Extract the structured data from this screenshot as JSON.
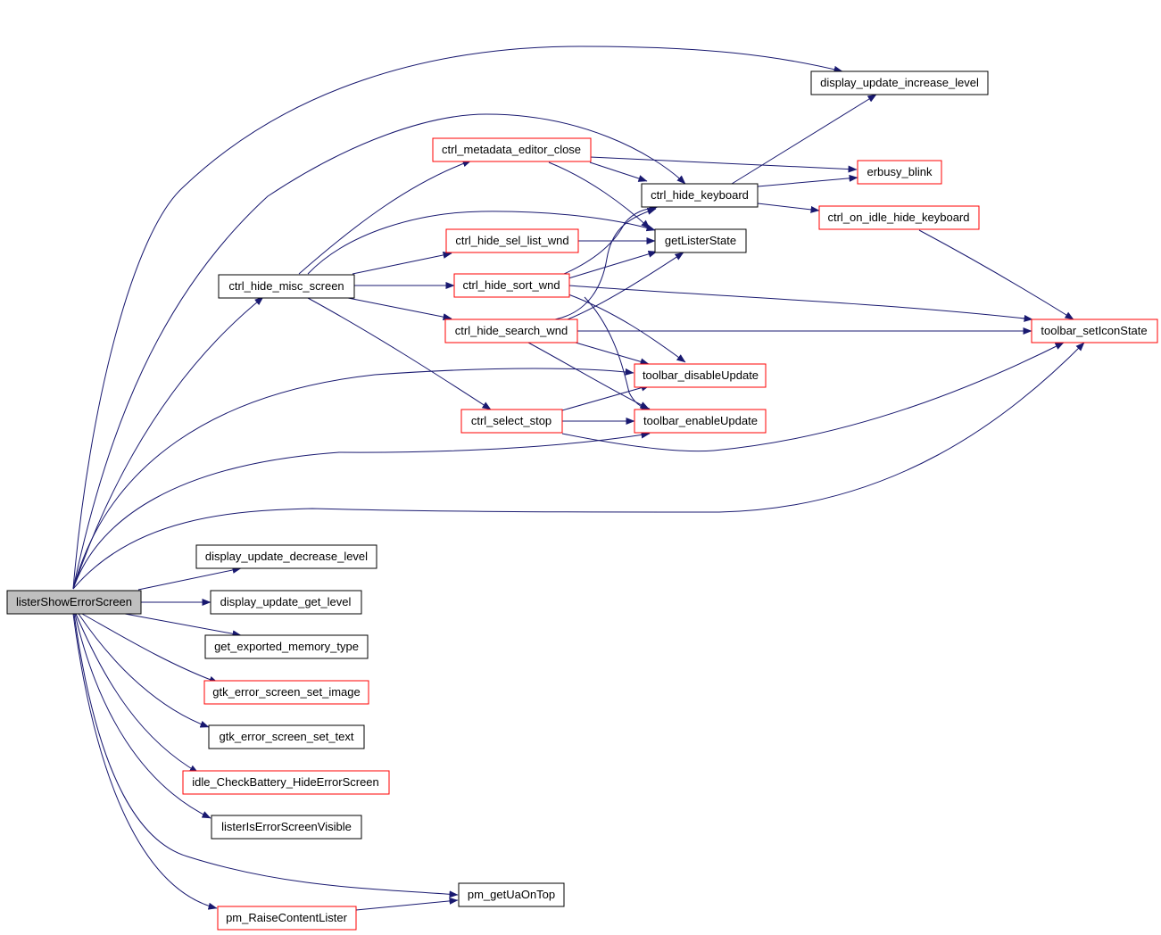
{
  "colors": {
    "edge": "#191970",
    "arrowhead": "#191970",
    "node_border_default": "#000000",
    "node_border_linked": "#ff0000",
    "root_fill": "#bfbfbf",
    "node_fill": "#ffffff",
    "text": "#000000"
  },
  "nodes": [
    {
      "id": "n_listerShowErrorScreen",
      "label": "listerShowErrorScreen",
      "style": "root"
    },
    {
      "id": "n_ctrl_hide_misc_screen",
      "label": "ctrl_hide_misc_screen",
      "style": "black"
    },
    {
      "id": "n_display_update_increase_level",
      "label": "display_update_increase_level",
      "style": "black"
    },
    {
      "id": "n_ctrl_metadata_editor_close",
      "label": "ctrl_metadata_editor_close",
      "style": "red"
    },
    {
      "id": "n_ctrl_hide_keyboard",
      "label": "ctrl_hide_keyboard",
      "style": "black"
    },
    {
      "id": "n_erbusy_blink",
      "label": "erbusy_blink",
      "style": "red"
    },
    {
      "id": "n_ctrl_on_idle_hide_keyboard",
      "label": "ctrl_on_idle_hide_keyboard",
      "style": "red"
    },
    {
      "id": "n_ctrl_hide_sel_list_wnd",
      "label": "ctrl_hide_sel_list_wnd",
      "style": "red"
    },
    {
      "id": "n_getListerState",
      "label": "getListerState",
      "style": "black"
    },
    {
      "id": "n_ctrl_hide_sort_wnd",
      "label": "ctrl_hide_sort_wnd",
      "style": "red"
    },
    {
      "id": "n_ctrl_hide_search_wnd",
      "label": "ctrl_hide_search_wnd",
      "style": "red"
    },
    {
      "id": "n_toolbar_setIconState",
      "label": "toolbar_setIconState",
      "style": "red"
    },
    {
      "id": "n_toolbar_disableUpdate",
      "label": "toolbar_disableUpdate",
      "style": "red"
    },
    {
      "id": "n_ctrl_select_stop",
      "label": "ctrl_select_stop",
      "style": "red"
    },
    {
      "id": "n_toolbar_enableUpdate",
      "label": "toolbar_enableUpdate",
      "style": "red"
    },
    {
      "id": "n_display_update_decrease_level",
      "label": "display_update_decrease_level",
      "style": "black"
    },
    {
      "id": "n_display_update_get_level",
      "label": "display_update_get_level",
      "style": "black"
    },
    {
      "id": "n_get_exported_memory_type",
      "label": "get_exported_memory_type",
      "style": "black"
    },
    {
      "id": "n_gtk_error_screen_set_image",
      "label": "gtk_error_screen_set_image",
      "style": "red"
    },
    {
      "id": "n_gtk_error_screen_set_text",
      "label": "gtk_error_screen_set_text",
      "style": "black"
    },
    {
      "id": "n_idle_CheckBattery_HideErrorScreen",
      "label": "idle_CheckBattery_HideErrorScreen",
      "style": "red"
    },
    {
      "id": "n_listerIsErrorScreenVisible",
      "label": "listerIsErrorScreenVisible",
      "style": "black"
    },
    {
      "id": "n_pm_getUaOnTop",
      "label": "pm_getUaOnTop",
      "style": "black"
    },
    {
      "id": "n_pm_RaiseContentLister",
      "label": "pm_RaiseContentLister",
      "style": "red"
    }
  ],
  "edges": [
    {
      "from": "n_listerShowErrorScreen",
      "to": "n_display_update_increase_level"
    },
    {
      "from": "n_listerShowErrorScreen",
      "to": "n_ctrl_hide_keyboard"
    },
    {
      "from": "n_listerShowErrorScreen",
      "to": "n_ctrl_hide_misc_screen"
    },
    {
      "from": "n_listerShowErrorScreen",
      "to": "n_toolbar_disableUpdate"
    },
    {
      "from": "n_listerShowErrorScreen",
      "to": "n_toolbar_enableUpdate"
    },
    {
      "from": "n_listerShowErrorScreen",
      "to": "n_toolbar_setIconState"
    },
    {
      "from": "n_listerShowErrorScreen",
      "to": "n_display_update_decrease_level"
    },
    {
      "from": "n_listerShowErrorScreen",
      "to": "n_display_update_get_level"
    },
    {
      "from": "n_listerShowErrorScreen",
      "to": "n_get_exported_memory_type"
    },
    {
      "from": "n_listerShowErrorScreen",
      "to": "n_gtk_error_screen_set_image"
    },
    {
      "from": "n_listerShowErrorScreen",
      "to": "n_gtk_error_screen_set_text"
    },
    {
      "from": "n_listerShowErrorScreen",
      "to": "n_idle_CheckBattery_HideErrorScreen"
    },
    {
      "from": "n_listerShowErrorScreen",
      "to": "n_listerIsErrorScreenVisible"
    },
    {
      "from": "n_listerShowErrorScreen",
      "to": "n_pm_getUaOnTop"
    },
    {
      "from": "n_listerShowErrorScreen",
      "to": "n_pm_RaiseContentLister"
    },
    {
      "from": "n_ctrl_hide_misc_screen",
      "to": "n_ctrl_metadata_editor_close"
    },
    {
      "from": "n_ctrl_hide_misc_screen",
      "to": "n_getListerState"
    },
    {
      "from": "n_ctrl_hide_misc_screen",
      "to": "n_ctrl_hide_sel_list_wnd"
    },
    {
      "from": "n_ctrl_hide_misc_screen",
      "to": "n_ctrl_hide_sort_wnd"
    },
    {
      "from": "n_ctrl_hide_misc_screen",
      "to": "n_ctrl_hide_search_wnd"
    },
    {
      "from": "n_ctrl_hide_misc_screen",
      "to": "n_ctrl_select_stop"
    },
    {
      "from": "n_ctrl_metadata_editor_close",
      "to": "n_erbusy_blink"
    },
    {
      "from": "n_ctrl_metadata_editor_close",
      "to": "n_ctrl_hide_keyboard"
    },
    {
      "from": "n_ctrl_metadata_editor_close",
      "to": "n_getListerState"
    },
    {
      "from": "n_ctrl_hide_keyboard",
      "to": "n_display_update_increase_level"
    },
    {
      "from": "n_ctrl_hide_keyboard",
      "to": "n_erbusy_blink"
    },
    {
      "from": "n_ctrl_hide_keyboard",
      "to": "n_ctrl_on_idle_hide_keyboard"
    },
    {
      "from": "n_ctrl_on_idle_hide_keyboard",
      "to": "n_toolbar_setIconState"
    },
    {
      "from": "n_ctrl_hide_sel_list_wnd",
      "to": "n_getListerState"
    },
    {
      "from": "n_ctrl_hide_sort_wnd",
      "to": "n_ctrl_hide_keyboard"
    },
    {
      "from": "n_ctrl_hide_sort_wnd",
      "to": "n_getListerState"
    },
    {
      "from": "n_ctrl_hide_sort_wnd",
      "to": "n_toolbar_setIconState"
    },
    {
      "from": "n_ctrl_hide_sort_wnd",
      "to": "n_toolbar_disableUpdate"
    },
    {
      "from": "n_ctrl_hide_sort_wnd",
      "to": "n_toolbar_enableUpdate"
    },
    {
      "from": "n_ctrl_hide_search_wnd",
      "to": "n_ctrl_hide_keyboard"
    },
    {
      "from": "n_ctrl_hide_search_wnd",
      "to": "n_getListerState"
    },
    {
      "from": "n_ctrl_hide_search_wnd",
      "to": "n_toolbar_setIconState"
    },
    {
      "from": "n_ctrl_hide_search_wnd",
      "to": "n_toolbar_disableUpdate"
    },
    {
      "from": "n_ctrl_hide_search_wnd",
      "to": "n_toolbar_enableUpdate"
    },
    {
      "from": "n_ctrl_select_stop",
      "to": "n_toolbar_disableUpdate"
    },
    {
      "from": "n_ctrl_select_stop",
      "to": "n_toolbar_enableUpdate"
    },
    {
      "from": "n_ctrl_select_stop",
      "to": "n_toolbar_setIconState"
    },
    {
      "from": "n_pm_RaiseContentLister",
      "to": "n_pm_getUaOnTop"
    }
  ]
}
